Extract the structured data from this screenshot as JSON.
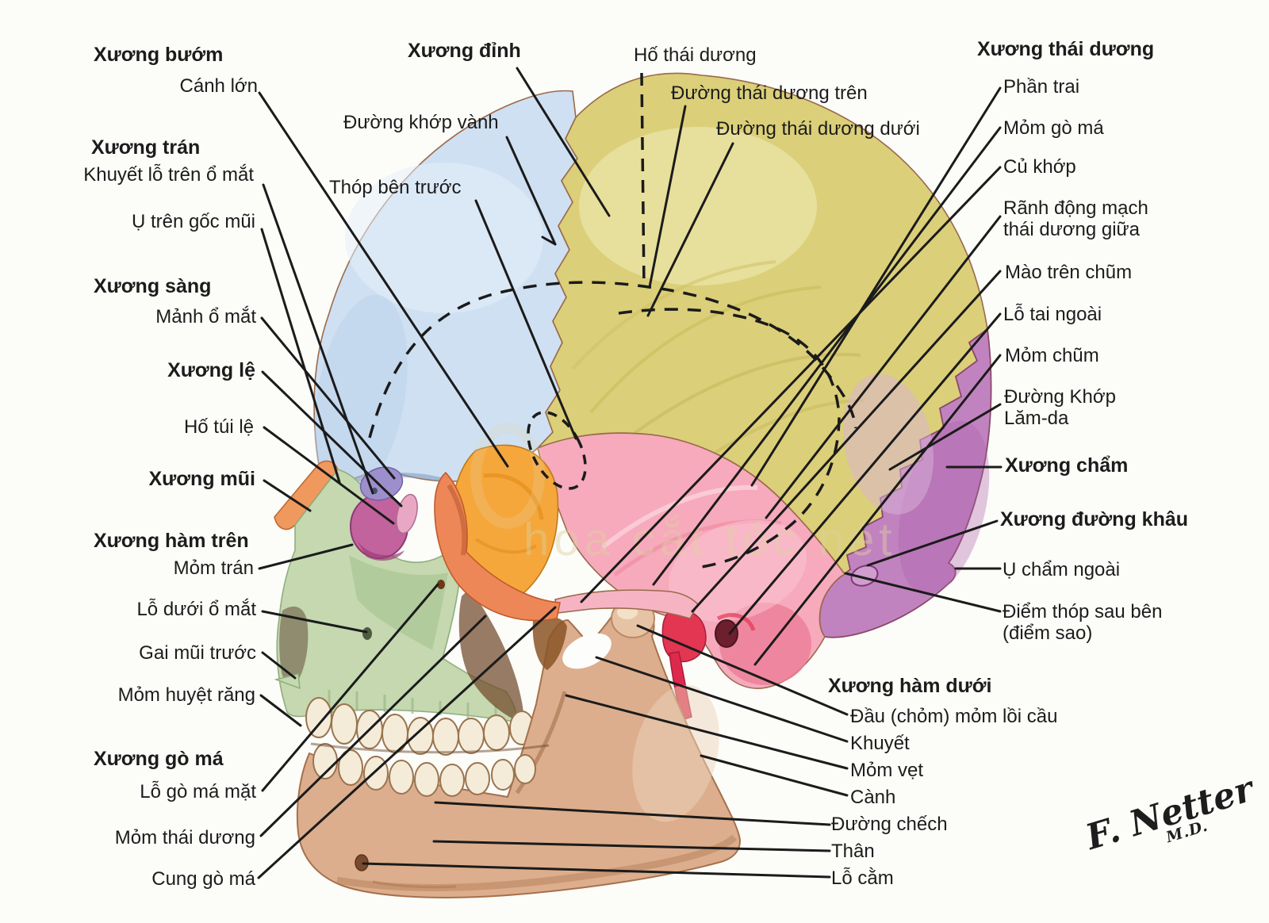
{
  "figure": {
    "title_visible": false,
    "left_labels": {
      "xuong_buom": "Xương bướm",
      "canh_lon": "Cánh lớn",
      "xuong_tran": "Xương trán",
      "khuyet_lo_tren_o_mat": "Khuyết lỗ trên ổ mắt",
      "u_tren_goc_mui": "Ụ trên gốc mũi",
      "xuong_sang": "Xương sàng",
      "manh_o_mat": "Mảnh ổ mắt",
      "xuong_le": "Xương lệ",
      "ho_tui_le": "Hố túi lệ",
      "xuong_mui": "Xương mũi",
      "xuong_ham_tren": "Xương hàm trên",
      "mom_tran": "Mỏm trán",
      "lo_duoi_o_mat": "Lỗ dưới ổ mắt",
      "gai_mui_truoc": "Gai mũi trước",
      "mom_huyet_rang": "Mỏm huyệt răng",
      "xuong_go_ma": "Xương gò má",
      "lo_go_ma_mat": "Lỗ gò má mặt",
      "mom_thai_duong": "Mỏm thái dương",
      "cung_go_ma": "Cung gò má"
    },
    "top_labels": {
      "xuong_dinh": "Xương đỉnh",
      "duong_khop_vanh": "Đường khớp vành",
      "thop_ben_truoc": "Thóp bên trước",
      "ho_thai_duong": "Hố thái dương",
      "duong_thai_duong_tren": "Đường thái dương trên",
      "duong_thai_duong_duoi": "Đường thái dương dưới"
    },
    "right_labels": {
      "xuong_thai_duong": "Xương thái dương",
      "phan_trai": "Phần trai",
      "mom_go_ma": "Mỏm gò má",
      "cu_khop": "Củ khớp",
      "ranh_dong_mach": "Rãnh động mạch\nthái dương giữa",
      "mao_tren_chum": "Mào trên chũm",
      "lo_tai_ngoai": "Lỗ tai ngoài",
      "mom_chum": "Mỏm chũm",
      "duong_khop_lam_da": "Đường Khớp\nLăm-da",
      "xuong_cham": "Xương chẩm",
      "xuong_duong_khau": "Xương đường khâu",
      "u_cham_ngoai": "Ụ chẩm ngoài",
      "diem_thop_sau_ben": "Điểm thóp sau bên\n(điểm sao)",
      "xuong_ham_duoi": "Xương hàm dưới",
      "dau_chom_mom_loi_cau": "Đầu (chỏm) mỏm lồi cầu",
      "khuyet": "Khuyết",
      "mom_vet": "Mỏm vẹt",
      "canh": "Cành",
      "duong_chech": "Đường chếch",
      "than": "Thân",
      "lo_cam": "Lỗ cằm"
    },
    "signature": {
      "name": "F. Netter",
      "suffix": "M.D."
    },
    "watermark": {
      "text": "hoa cắt tóc nét"
    },
    "bone_colors": {
      "frontal_blue": "#cfe0f2",
      "parietal_yellow": "#dbcf79",
      "temporal_pink": "#f6aabc",
      "occipital_purple": "#c183c0",
      "sphenoid_orange": "#f5a73b",
      "zygomatic_orange_red": "#ee8757",
      "maxilla_green": "#c5d8b0",
      "nasal_orange": "#f0995f",
      "mandible_tan": "#dcae8d",
      "styloid_red": "#dd2a4c",
      "leader_line": "#1b1b1b"
    }
  }
}
